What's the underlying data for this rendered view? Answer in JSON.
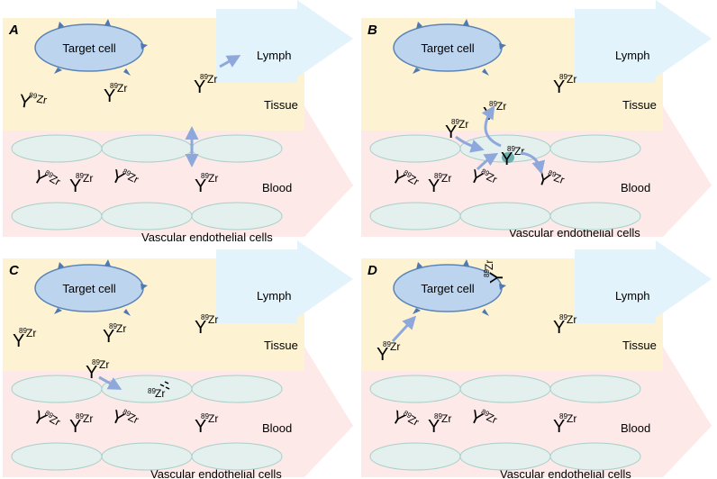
{
  "labels": {
    "target_cell": "Target cell",
    "lymph": "Lymph",
    "tissue": "Tissue",
    "blood": "Blood",
    "endothelial": "Vascular endothelial cells",
    "isotope_mass": "89",
    "isotope_symbol": "Zr",
    "antibody_glyph": "Y"
  },
  "panels": [
    {
      "id": "A",
      "letter": "A"
    },
    {
      "id": "B",
      "letter": "B"
    },
    {
      "id": "C",
      "letter": "C"
    },
    {
      "id": "D",
      "letter": "D"
    }
  ],
  "colors": {
    "tissue": "#fdf3d2",
    "blood": "#fde9e8",
    "lymph": "#e3f3fb",
    "cell_fill": "#bcd4ee",
    "cell_stroke": "#5b84b6",
    "receptor": "#4f79b0",
    "endothelial_fill": "#e3f0ee",
    "endothelial_stroke": "#a9cfc9",
    "arrow": "#8fa8dc",
    "uptake": "#4fa0a0"
  }
}
